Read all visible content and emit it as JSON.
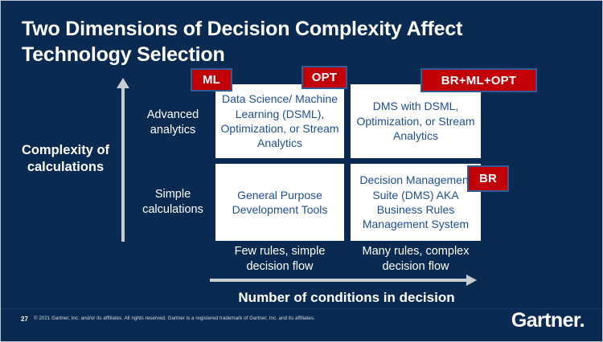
{
  "slide": {
    "title": "Two Dimensions of Decision Complexity Affect Technology Selection",
    "background_color": "#0a2a52",
    "accent_color": "#c20008",
    "box_text_color": "#1f4e96"
  },
  "y_axis": {
    "title": "Complexity of calculations",
    "arrow_icon": "arrow-up-icon",
    "ticks": [
      {
        "label": "Advanced analytics"
      },
      {
        "label": "Simple calculations"
      }
    ]
  },
  "x_axis": {
    "title": "Number of conditions in decision",
    "arrow_icon": "arrow-right-icon",
    "ticks": [
      {
        "label": "Few rules, simple decision flow"
      },
      {
        "label": "Many rules, complex decision flow"
      }
    ]
  },
  "matrix": {
    "quadrants": [
      {
        "position": "top-left",
        "text": "Data Science/ Machine Learning (DSML), Optimization, or Stream Analytics"
      },
      {
        "position": "top-right",
        "text": "DMS with DSML, Optimization, or Stream Analytics"
      },
      {
        "position": "bottom-left",
        "text": "General Purpose Development Tools"
      },
      {
        "position": "bottom-right",
        "text": "Decision Management Suite (DMS) AKA Business Rules Management System"
      }
    ]
  },
  "badges": [
    {
      "id": "ml",
      "label": "ML"
    },
    {
      "id": "opt",
      "label": "OPT"
    },
    {
      "id": "brmlopt",
      "label": "BR+ML+OPT"
    },
    {
      "id": "br",
      "label": "BR"
    }
  ],
  "footer": {
    "slide_number": "27",
    "copyright": "© 2021 Gartner, Inc. and/or its affiliates. All rights reserved. Gartner is a registered trademark of Gartner, Inc. and its affiliates.",
    "logo": "Gartner",
    "logo_dot": "."
  }
}
